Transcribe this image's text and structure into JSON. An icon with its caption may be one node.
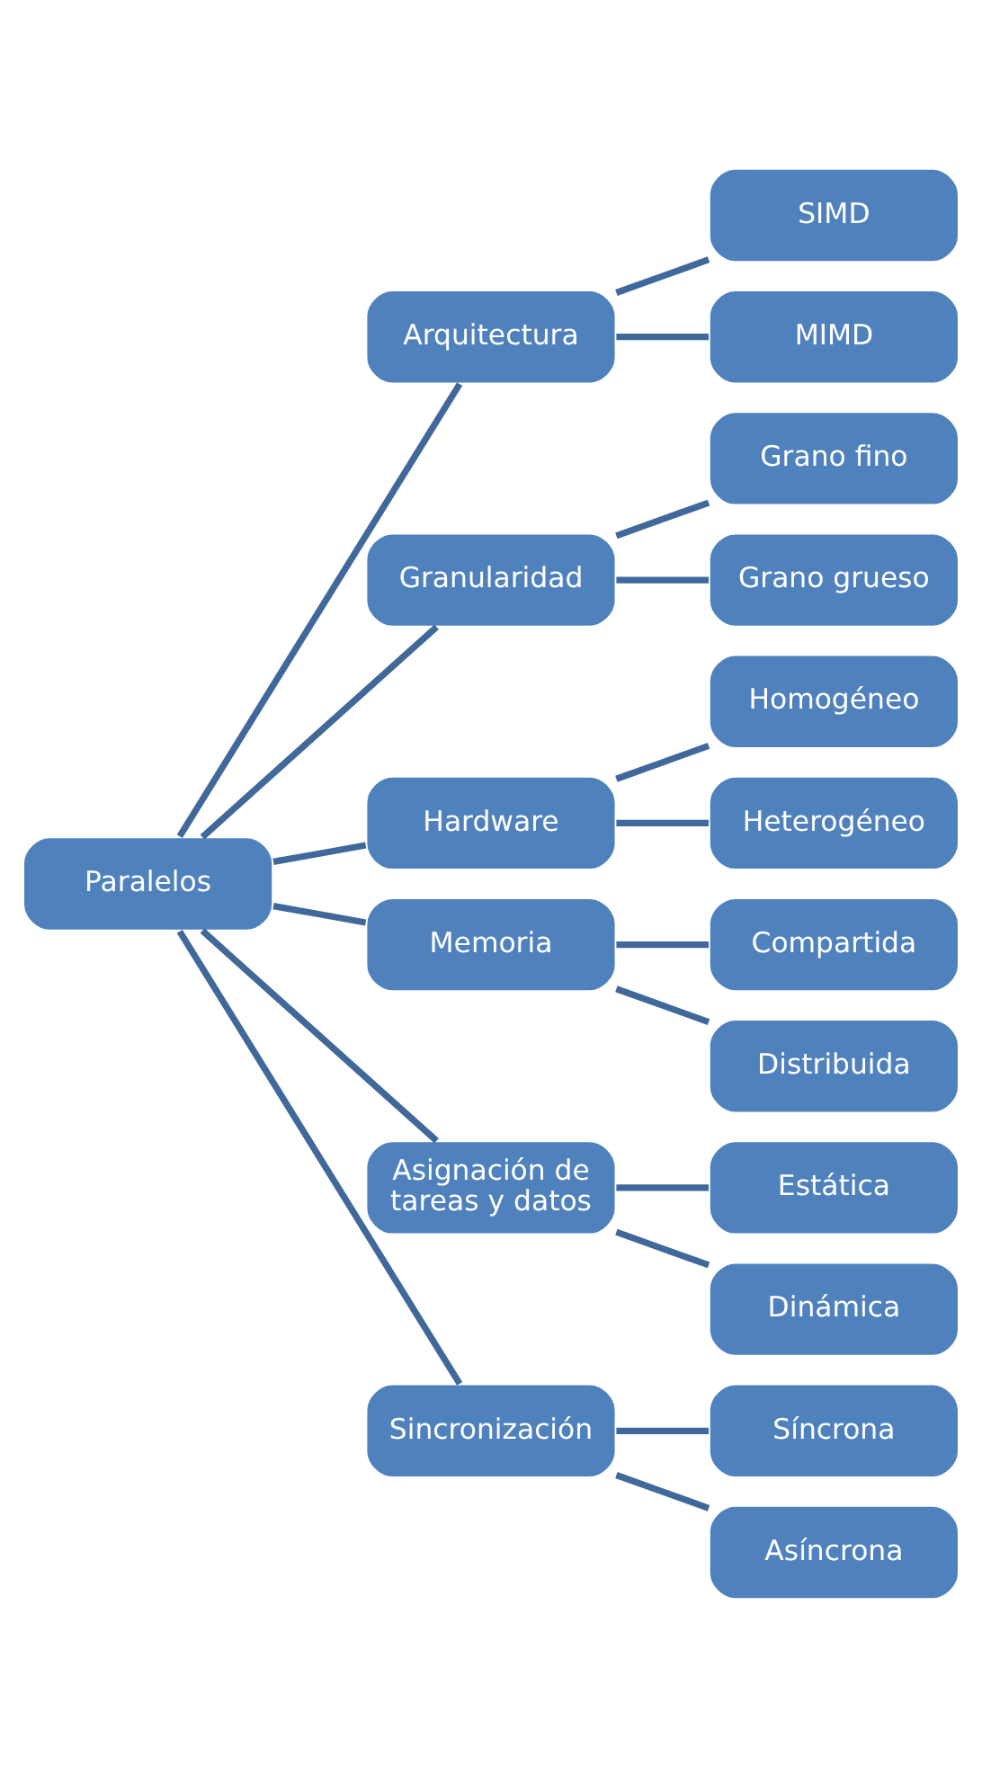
{
  "diagram": {
    "nodes": [
      {
        "text": [
          "Paralelos"
        ]
      },
      {
        "text": [
          "Arquitectura"
        ]
      },
      {
        "text": [
          "SIMD"
        ]
      },
      {
        "text": [
          "MIMD"
        ]
      },
      {
        "text": [
          "Granularidad"
        ]
      },
      {
        "text": [
          "Grano fino"
        ]
      },
      {
        "text": [
          "Grano grueso"
        ]
      },
      {
        "text": [
          "Hardware"
        ]
      },
      {
        "text": [
          "Homogéneo"
        ]
      },
      {
        "text": [
          "Heterogéneo"
        ]
      },
      {
        "text": [
          "Memoria"
        ]
      },
      {
        "text": [
          "Compartida"
        ]
      },
      {
        "text": [
          "Distribuida"
        ]
      },
      {
        "text": [
          "Asignación de tareas y datos"
        ]
      },
      {
        "text": [
          "Estática"
        ]
      },
      {
        "text": [
          "Dinámica"
        ]
      },
      {
        "text": [
          "Sincronización"
        ]
      },
      {
        "text": [
          "Síncrona"
        ]
      },
      {
        "text": [
          "Asíncrona"
        ]
      }
    ],
    "edges": [
      {
        "from": 0,
        "to": 1,
        "arrow": "none"
      },
      {
        "from": 0,
        "to": 4,
        "arrow": "none"
      },
      {
        "from": 0,
        "to": 7,
        "arrow": "none"
      },
      {
        "from": 0,
        "to": 10,
        "arrow": "none"
      },
      {
        "from": 0,
        "to": 13,
        "arrow": "none"
      },
      {
        "from": 0,
        "to": 16,
        "arrow": "none"
      },
      {
        "from": 1,
        "to": 2,
        "arrow": "none"
      },
      {
        "from": 1,
        "to": 3,
        "arrow": "none"
      },
      {
        "from": 4,
        "to": 5,
        "arrow": "none"
      },
      {
        "from": 4,
        "to": 6,
        "arrow": "none"
      },
      {
        "from": 7,
        "to": 8,
        "arrow": "none"
      },
      {
        "from": 7,
        "to": 9,
        "arrow": "none"
      },
      {
        "from": 10,
        "to": 11,
        "arrow": "none"
      },
      {
        "from": 10,
        "to": 12,
        "arrow": "none"
      },
      {
        "from": 13,
        "to": 14,
        "arrow": "none"
      },
      {
        "from": 13,
        "to": 15,
        "arrow": "none"
      },
      {
        "from": 16,
        "to": 17,
        "arrow": "none"
      },
      {
        "from": 16,
        "to": 18,
        "arrow": "none"
      }
    ]
  }
}
